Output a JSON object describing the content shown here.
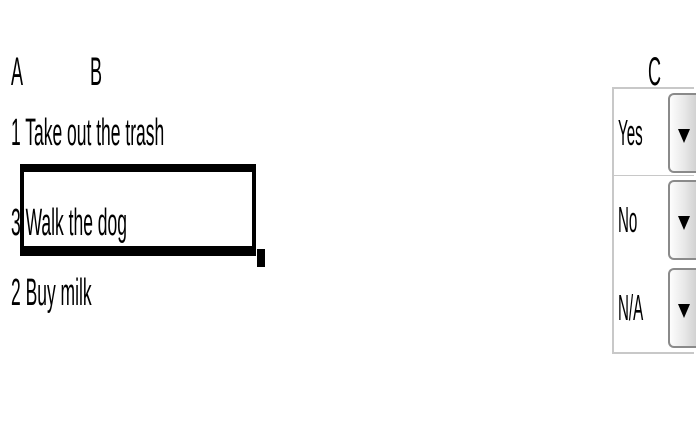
{
  "columns": {
    "a": "A",
    "b": "B",
    "c": "C"
  },
  "rows": [
    {
      "text": "1 Take out the trash",
      "selected": false
    },
    {
      "text": "3 Walk the dog",
      "selected": true
    },
    {
      "text": "2 Buy milk",
      "selected": false
    }
  ],
  "dropdowns": [
    {
      "value": "Yes",
      "icon": "dropdown-arrow-icon"
    },
    {
      "value": "No",
      "icon": "dropdown-arrow-icon"
    },
    {
      "value": "N/A",
      "icon": "dropdown-arrow-icon"
    }
  ],
  "colors": {
    "text": "#000000",
    "dropdown_border": "#c8c8c8",
    "selection_border": "#000000"
  }
}
